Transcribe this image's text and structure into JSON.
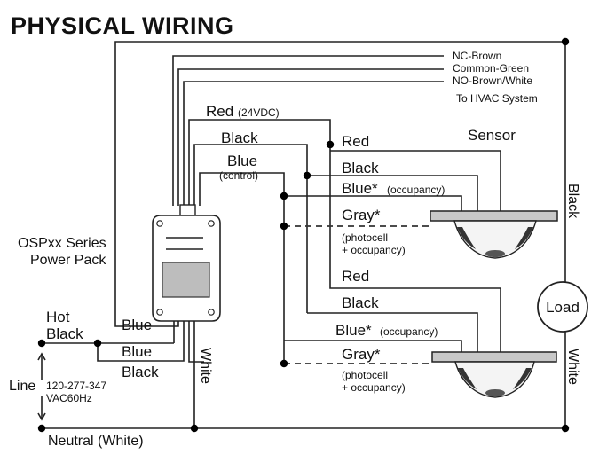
{
  "title": "PHYSICAL WIRING",
  "hvac": {
    "nc": "NC-Brown",
    "common": "Common-Green",
    "no": "NO-Brown/White",
    "to": "To HVAC System"
  },
  "pack_wires": {
    "red": "Red",
    "red_note": "(24VDC)",
    "black": "Black",
    "blue": "Blue",
    "blue_note": "(control)"
  },
  "power_pack": {
    "name_line1": "OSPxx Series",
    "name_line2": "Power Pack"
  },
  "sensor_label": "Sensor",
  "sensor1": {
    "red": "Red",
    "black": "Black",
    "blue": "Blue*",
    "blue_note": "(occupancy)",
    "gray": "Gray*",
    "gray_note1": "(photocell",
    "gray_note2": "+ occupancy)"
  },
  "sensor2": {
    "red": "Red",
    "black": "Black",
    "blue": "Blue*",
    "blue_note": "(occupancy)",
    "gray": "Gray*",
    "gray_note1": "(photocell",
    "gray_note2": "+ occupancy)"
  },
  "supply": {
    "hot": "Hot",
    "hot_black": "Black",
    "blue1": "Blue",
    "blue2": "Blue",
    "black": "Black",
    "line": "Line",
    "voltage1": "120-277-347",
    "voltage2": "VAC60Hz",
    "neutral": "Neutral (White)",
    "white_mid": "White"
  },
  "load": {
    "label": "Load",
    "black": "Black",
    "white": "White"
  }
}
